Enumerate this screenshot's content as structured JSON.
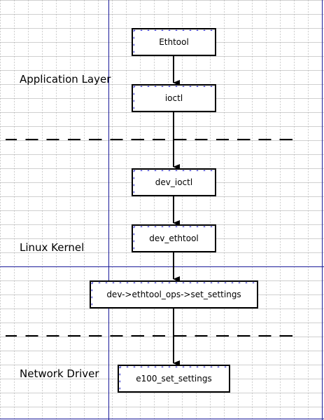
{
  "layers": {
    "application": "Application Layer",
    "kernel": "Linux Kernel",
    "driver": "Network Driver"
  },
  "nodes": {
    "ethtool": "Ethtool",
    "ioctl": "ioctl",
    "dev_ioctl": "dev_ioctl",
    "dev_ethtool": "dev_ethtool",
    "set_settings": "dev->ethtool_ops->set_settings",
    "e100": "e100_set_settings"
  },
  "colors": {
    "guide_line": "#1a1a99",
    "handle": "#3a3ad0",
    "box_border": "#000000"
  }
}
